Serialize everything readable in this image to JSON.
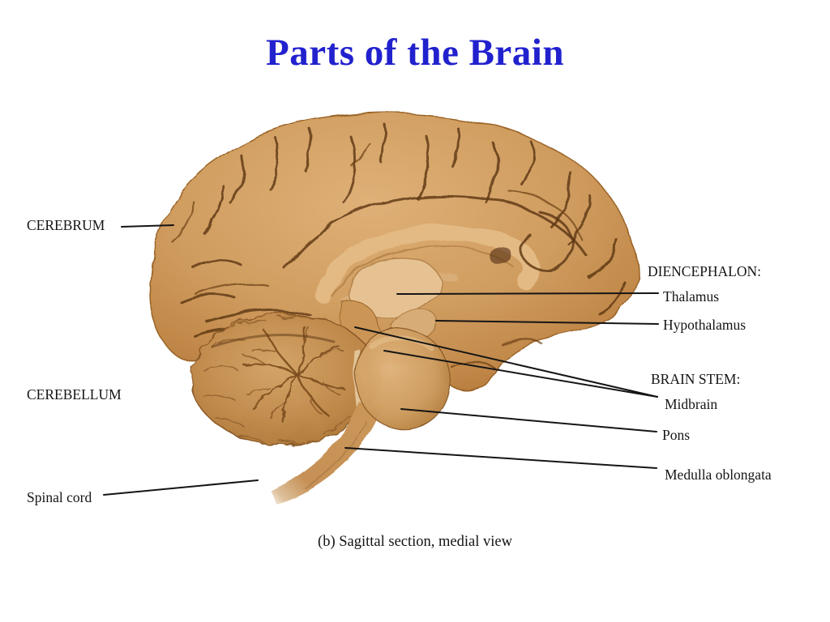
{
  "slide": {
    "title": "Parts of the Brain",
    "caption": "(b) Sagittal section, medial view"
  },
  "labels": {
    "cerebrum": "CEREBRUM",
    "cerebellum": "CEREBELLUM",
    "spinal_cord": "Spinal cord",
    "diencephalon_heading": "DIENCEPHALON:",
    "thalamus": "Thalamus",
    "hypothalamus": "Hypothalamus",
    "brain_stem_heading": "BRAIN STEM:",
    "midbrain": "Midbrain",
    "pons": "Pons",
    "medulla_oblongata": "Medulla oblongata"
  },
  "colors": {
    "title_blue": "#2121CE",
    "label_text": "#151515",
    "leader_line": "#151515",
    "background": "#FFFFFF",
    "brain_base_tan": "#C8955C",
    "brain_highlight": "#E2B883",
    "brain_shadow": "#A87434",
    "sulcus_brown": "#5A3412"
  }
}
